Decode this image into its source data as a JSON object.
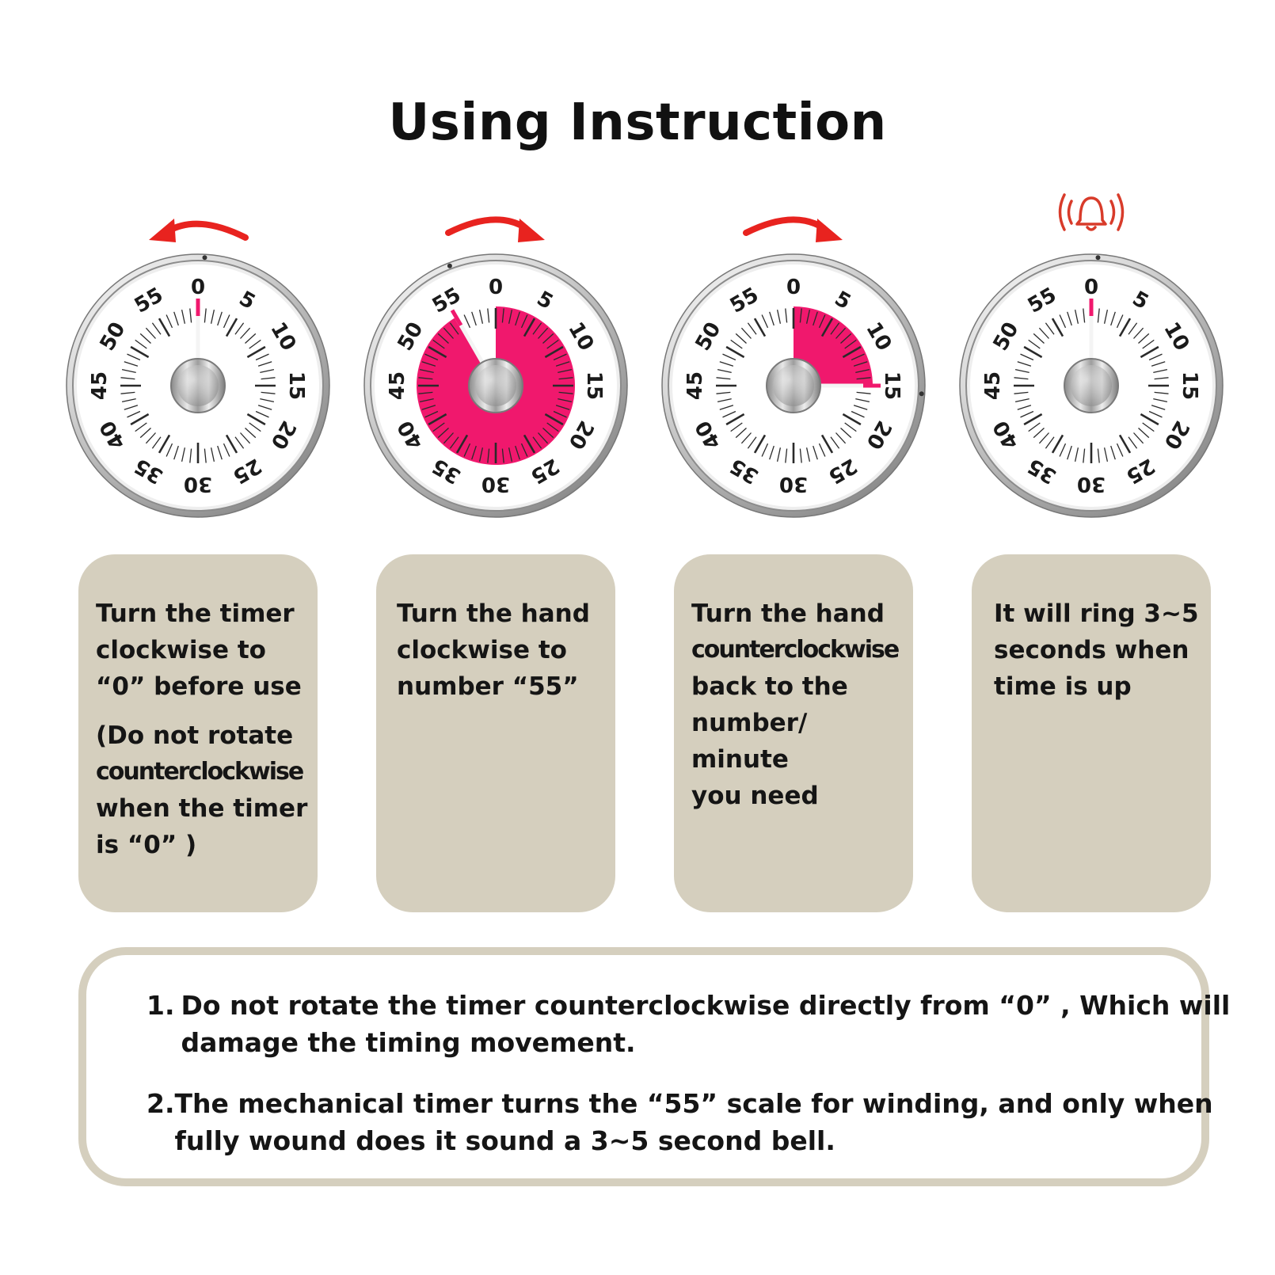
{
  "title": "Using Instruction",
  "colors": {
    "accent_red": "#e8231f",
    "timer_pink": "#f0186d",
    "card_bg": "#d5cfbe",
    "bell_red": "#d83b2a"
  },
  "dial_numbers": [
    "0",
    "5",
    "10",
    "15",
    "20",
    "25",
    "30",
    "35",
    "40",
    "45",
    "50",
    "55"
  ],
  "timers": [
    {
      "direction": "counterclockwise-arrow",
      "set_minutes": 0,
      "hand_minute": 0,
      "bell": false
    },
    {
      "direction": "clockwise-arrow",
      "set_minutes": 55,
      "hand_minute": 55,
      "bell": false
    },
    {
      "direction": "clockwise-arrow",
      "set_minutes": 15,
      "hand_minute": 15,
      "bell": false
    },
    {
      "direction": "none",
      "set_minutes": 0,
      "hand_minute": 0,
      "bell": true,
      "icon": "ringing-bell-icon"
    }
  ],
  "steps": [
    {
      "lines": [
        "Turn the timer",
        "clockwise to",
        " “0” before use"
      ],
      "note_lines": [
        "(Do not rotate",
        "counterclockwise",
        "when the timer",
        "is  “0” )"
      ]
    },
    {
      "lines": [
        "Turn the hand",
        "clockwise to",
        "number  “55”"
      ]
    },
    {
      "lines": [
        "Turn the hand",
        "counterclockwise",
        "back to the",
        "number/",
        "minute",
        "you need"
      ]
    },
    {
      "lines": [
        "It will ring 3~5",
        "seconds when",
        "time is up"
      ]
    }
  ],
  "notes": [
    {
      "number": "1.",
      "lines": [
        "Do not rotate the timer counterclockwise directly from  “0” , Which will",
        "damage the timing movement."
      ]
    },
    {
      "number": "2.",
      "lines": [
        "The mechanical timer turns the  “55”  scale for winding, and only when",
        "fully wound does it sound a 3~5 second bell."
      ]
    }
  ]
}
